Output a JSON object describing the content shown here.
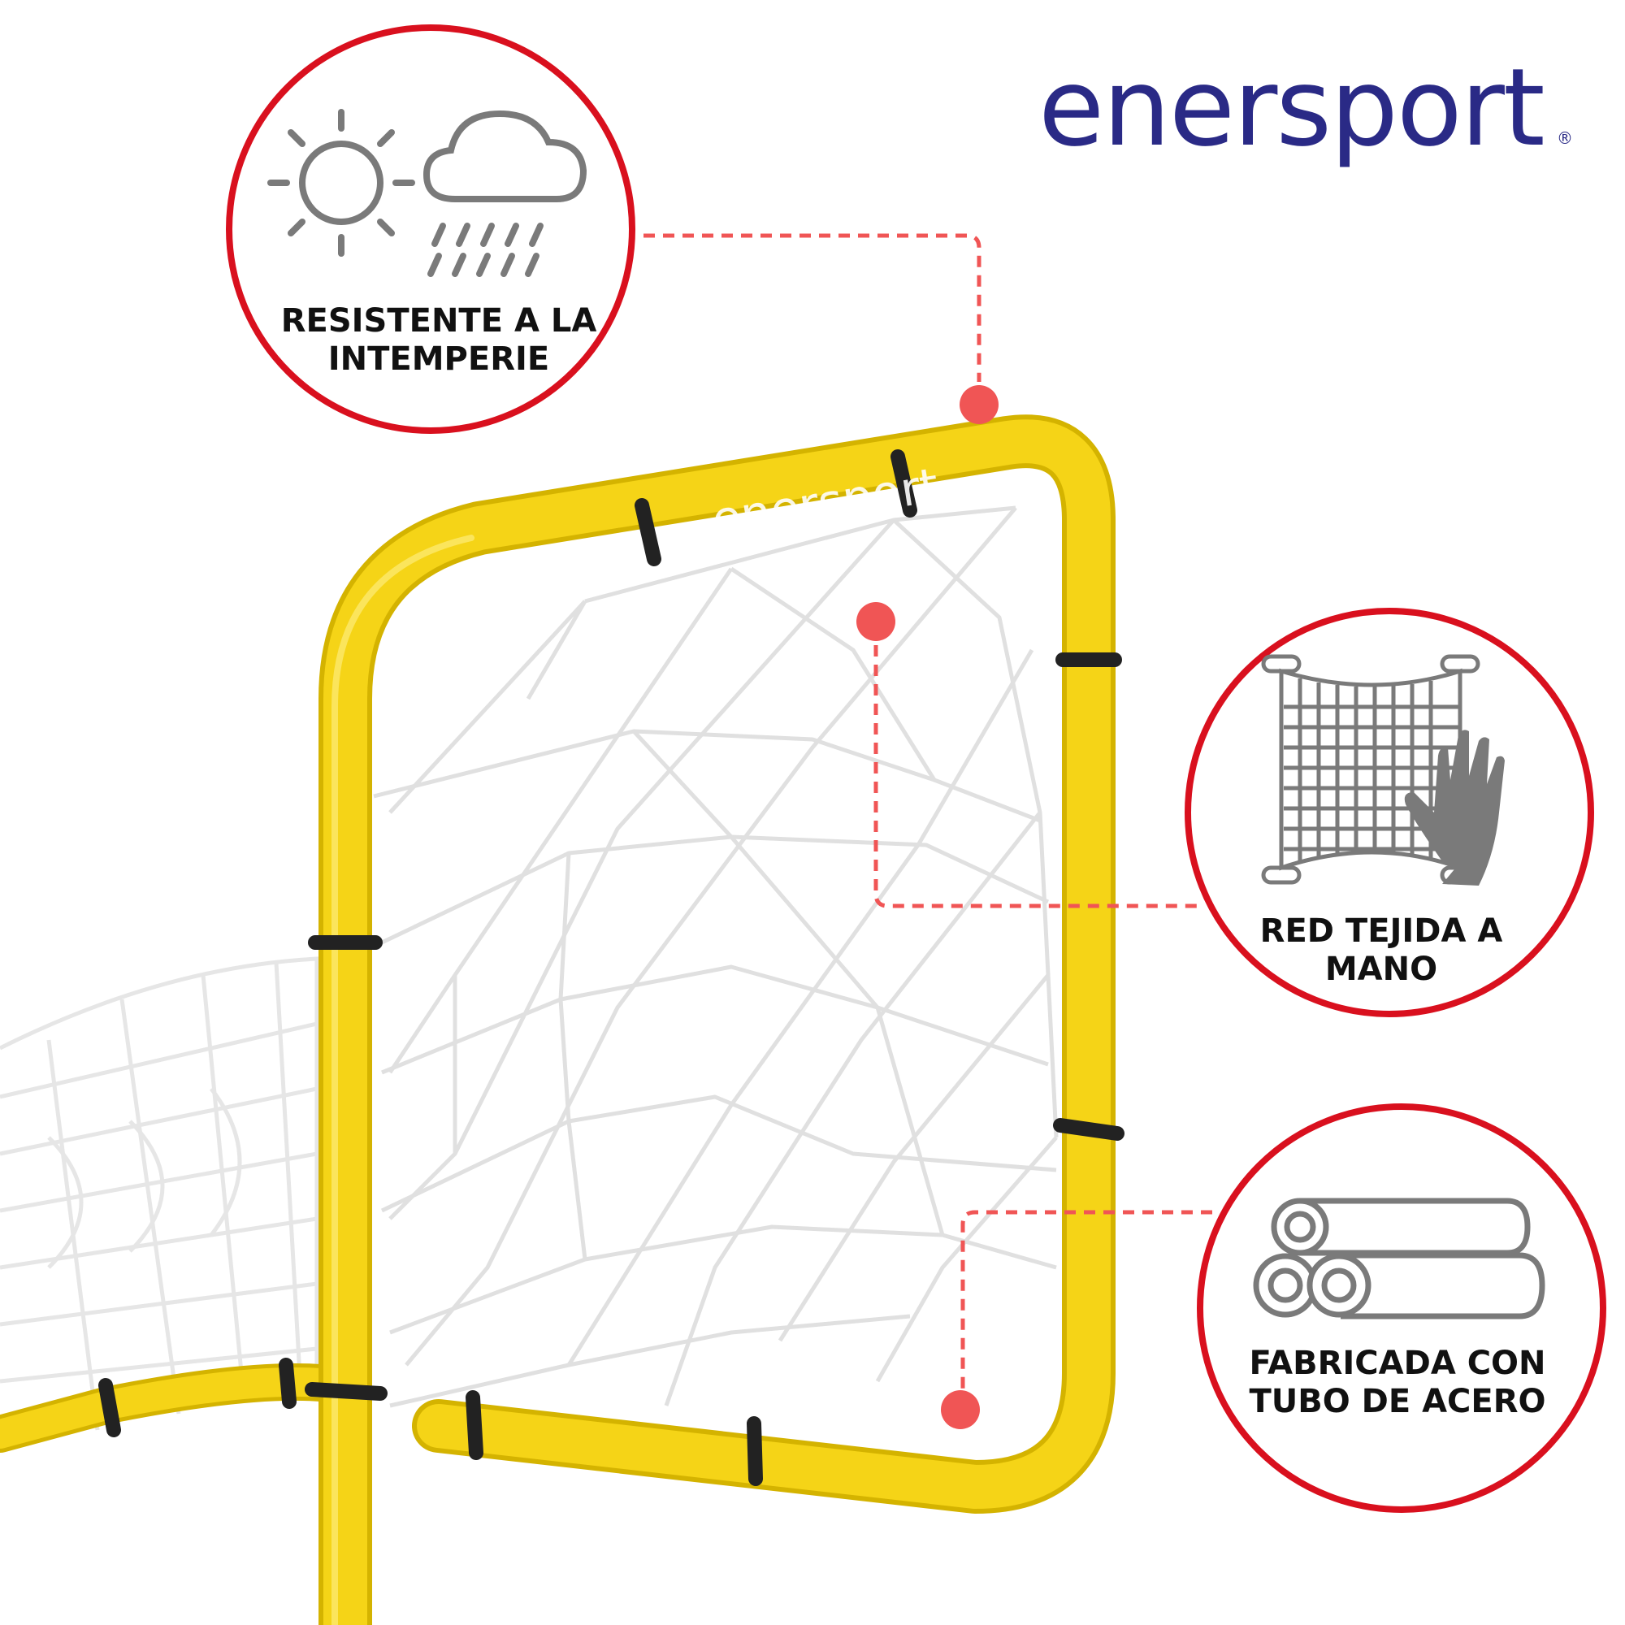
{
  "brand": {
    "name": "enersport",
    "trademark": "®",
    "color": "#2a2a86"
  },
  "product_print": "enersport",
  "callouts": [
    {
      "id": "weather",
      "label": "RESISTENTE A LA INTEMPERIE",
      "icon": "sun-rain-icon"
    },
    {
      "id": "net",
      "label": "RED TEJIDA A MANO",
      "icon": "hand-net-icon"
    },
    {
      "id": "steel",
      "label": "FABRICADA CON TUBO DE ACERO",
      "icon": "steel-tubes-icon"
    }
  ],
  "colors": {
    "frame": "#f5d417",
    "frame_shadow": "#d4b300",
    "strap": "#222222",
    "net": "#e9e9e9",
    "callout_ring": "#d9101e",
    "leader": "#f05555",
    "icon": "#7a7a7a"
  }
}
